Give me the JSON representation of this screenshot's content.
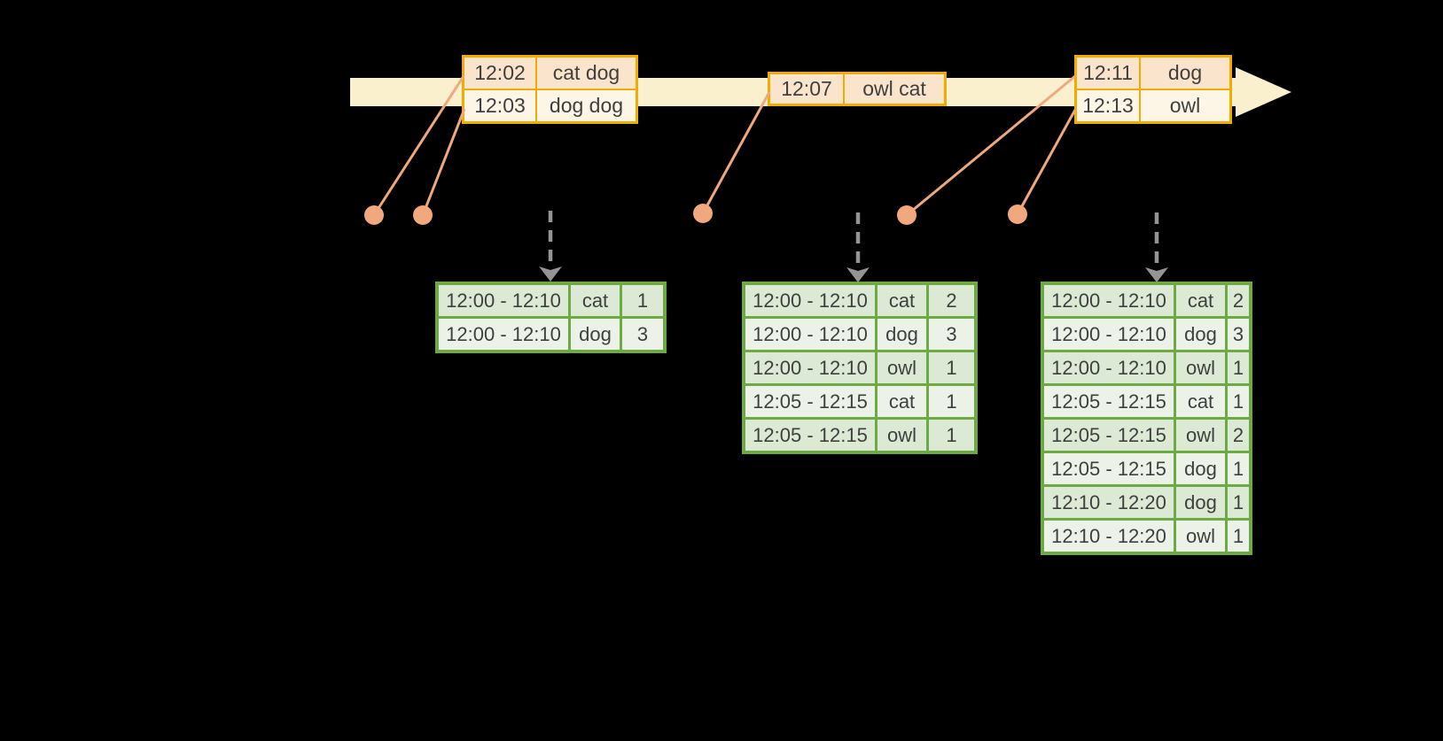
{
  "colors": {
    "background": "#000000",
    "text": "#3f3f3f",
    "timeline_band": "#faf0cd",
    "event_table_border": "#f0ac00",
    "event_row_peach": "#fae5cc",
    "event_row_cream": "#fdf5e6",
    "connector": "#f0a87c",
    "trigger_arrow": "#949494",
    "result_table_border": "#6cab42",
    "result_row_dark": "#dce9d4",
    "result_row_light": "#edf2e9"
  },
  "input_tables": [
    {
      "rows": [
        {
          "time": "12:02",
          "words": "cat dog"
        },
        {
          "time": "12:03",
          "words": "dog dog"
        }
      ]
    },
    {
      "rows": [
        {
          "time": "12:07",
          "words": "owl cat"
        }
      ]
    },
    {
      "rows": [
        {
          "time": "12:11",
          "words": "dog"
        },
        {
          "time": "12:13",
          "words": "owl"
        }
      ]
    }
  ],
  "result_tables": [
    {
      "rows": [
        {
          "window": "12:00 - 12:10",
          "word": "cat",
          "count": "1"
        },
        {
          "window": "12:00 - 12:10",
          "word": "dog",
          "count": "3"
        }
      ]
    },
    {
      "rows": [
        {
          "window": "12:00 - 12:10",
          "word": "cat",
          "count": "2"
        },
        {
          "window": "12:00 - 12:10",
          "word": "dog",
          "count": "3"
        },
        {
          "window": "12:00 - 12:10",
          "word": "owl",
          "count": "1"
        },
        {
          "window": "12:05 - 12:15",
          "word": "cat",
          "count": "1"
        },
        {
          "window": "12:05 - 12:15",
          "word": "owl",
          "count": "1"
        }
      ]
    },
    {
      "rows": [
        {
          "window": "12:00 - 12:10",
          "word": "cat",
          "count": "2"
        },
        {
          "window": "12:00 - 12:10",
          "word": "dog",
          "count": "3"
        },
        {
          "window": "12:00 - 12:10",
          "word": "owl",
          "count": "1"
        },
        {
          "window": "12:05 - 12:15",
          "word": "cat",
          "count": "1"
        },
        {
          "window": "12:05 - 12:15",
          "word": "owl",
          "count": "2"
        },
        {
          "window": "12:05 - 12:15",
          "word": "dog",
          "count": "1"
        },
        {
          "window": "12:10 - 12:20",
          "word": "dog",
          "count": "1"
        },
        {
          "window": "12:10 - 12:20",
          "word": "owl",
          "count": "1"
        }
      ]
    }
  ]
}
